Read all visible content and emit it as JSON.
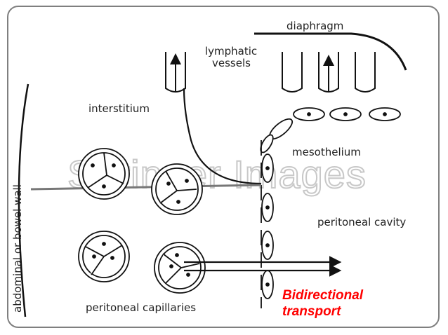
{
  "diagram": {
    "labels": {
      "diaphragm": "diaphragm",
      "lymphatic_line1": "lymphatic",
      "lymphatic_line2": "vessels",
      "interstitium": "interstitium",
      "mesothelium": "mesothelium",
      "peritoneal_cavity": "peritoneal cavity",
      "peritoneal_capillaries": "peritoneal capillaries",
      "abdominal_wall": "abdominal or bowel wall"
    },
    "watermark": "Springer Images"
  },
  "caption": {
    "line1": "Bidirectional",
    "line2": "transport",
    "color": "#ff0000"
  }
}
